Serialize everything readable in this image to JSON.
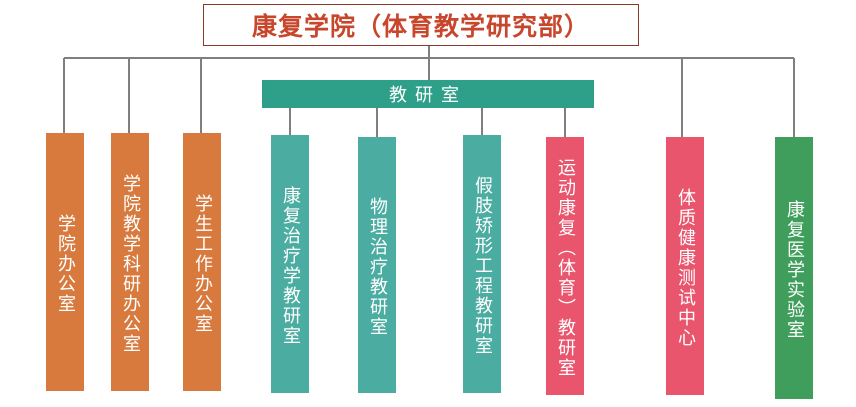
{
  "title": "康复学院（体育教学研究部）",
  "jiaoyanshi": {
    "label": "教研室",
    "children": [
      {
        "id": "rehab-therapy",
        "label": "康复治疗学教研室",
        "color": "#4bada2"
      },
      {
        "id": "pt",
        "label": "物理治疗教研室",
        "color": "#4bada2"
      },
      {
        "id": "prosthetics",
        "label": "假肢矫形工程教研室",
        "color": "#4bada2"
      },
      {
        "id": "sports-rehab",
        "label": "运动康复（体育）教研室",
        "color": "#e8556d"
      }
    ],
    "color": "#2ea08a"
  },
  "units": [
    {
      "id": "office",
      "label": "学院办公室",
      "color": "#d87a3e"
    },
    {
      "id": "teaching-office",
      "label": "学院教学科研办公室",
      "color": "#d87a3e"
    },
    {
      "id": "student-office",
      "label": "学生工作办公室",
      "color": "#d87a3e"
    },
    {
      "id": "fitness-center",
      "label": "体质健康测试中心",
      "color": "#e8556d"
    },
    {
      "id": "lab",
      "label": "康复医学实验室",
      "color": "#3f9e5b"
    }
  ],
  "colors": {
    "title_text": "#c8462c",
    "title_border": "#8b3a2a",
    "lines": "#7f7f7f"
  }
}
